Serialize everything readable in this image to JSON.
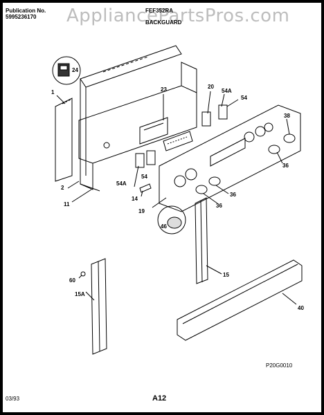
{
  "header": {
    "publication_label": "Publication No.",
    "publication_number": "5995236170",
    "model": "FEF352RA",
    "section": "BACKGUARD"
  },
  "watermark": "AppliancePartsPros.com",
  "footer": {
    "date": "03/93",
    "page": "A12",
    "figure_code": "P20G0010"
  },
  "callouts": [
    "1",
    "24",
    "23",
    "20",
    "54A",
    "54",
    "38",
    "36",
    "54A",
    "54",
    "2",
    "11",
    "14",
    "19",
    "36",
    "36",
    "46",
    "15",
    "60",
    "15A",
    "40"
  ]
}
